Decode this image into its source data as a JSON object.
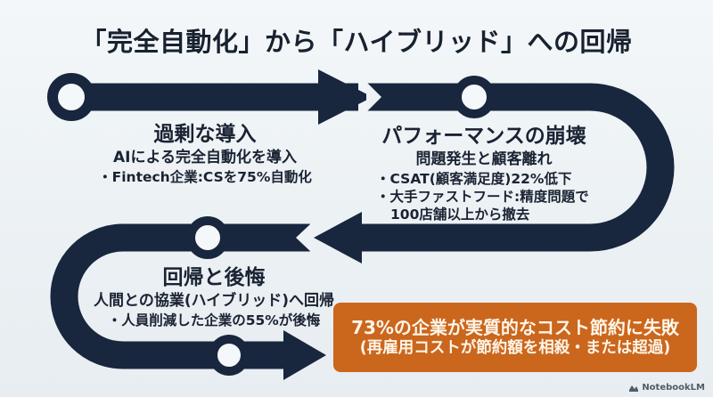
{
  "title": "「完全自動化」から「ハイブリッド」への回帰",
  "colors": {
    "navy": "#18263e",
    "background": "#eef2f5",
    "callout_orange": "#cb661d",
    "callout_text": "#fdf5e8",
    "text_dark": "#1a2333"
  },
  "stages": [
    {
      "heading": "過剰な導入",
      "subheading": "AIによる完全自動化を導入",
      "bullet1": "・Fintech企業:CSを75%自動化"
    },
    {
      "heading": "パフォーマンスの崩壊",
      "subheading": "問題発生と顧客離れ",
      "bullet1": "・CSAT(顧客満足度)22%低下",
      "bullet2": "・大手ファストフード:精度問題で",
      "bullet3": "100店舗以上から撤去"
    },
    {
      "heading": "回帰と後悔",
      "subheading": "人間との協業(ハイブリッド)へ回帰",
      "bullet1": "・人員削減した企業の55%が後悔"
    }
  ],
  "callout": {
    "line1": "73%の企業が実質的なコスト節約に失敗",
    "line2": "(再雇用コストが節約額を相殺・または超過)"
  },
  "footer": {
    "brand": "NotebookLM"
  }
}
